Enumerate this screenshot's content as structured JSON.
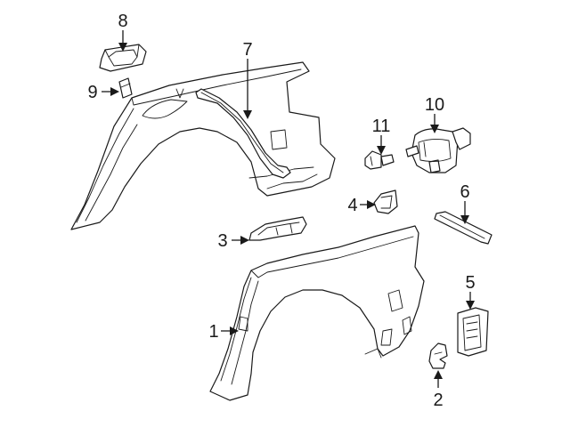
{
  "callouts": [
    {
      "id": "1",
      "label": "1"
    },
    {
      "id": "2",
      "label": "2"
    },
    {
      "id": "3",
      "label": "3"
    },
    {
      "id": "4",
      "label": "4"
    },
    {
      "id": "5",
      "label": "5"
    },
    {
      "id": "6",
      "label": "6"
    },
    {
      "id": "7",
      "label": "7"
    },
    {
      "id": "8",
      "label": "8"
    },
    {
      "id": "9",
      "label": "9"
    },
    {
      "id": "10",
      "label": "10"
    },
    {
      "id": "11",
      "label": "11"
    }
  ],
  "colors": {
    "line": "#1a1a1a",
    "background": "#ffffff"
  }
}
